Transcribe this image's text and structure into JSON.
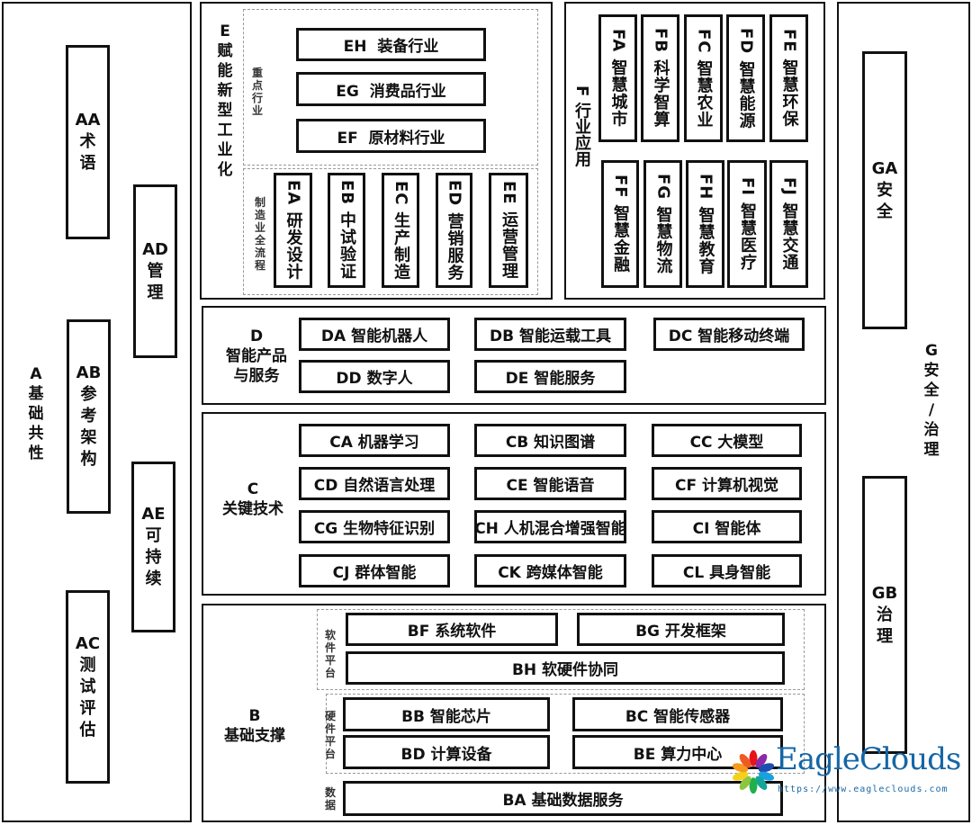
{
  "A": {
    "label": "A\n基\n础\n共\n性",
    "AA": "AA\n术\n语",
    "AB": "AB\n参\n考\n架\n构",
    "AC": "AC\n测\n试\n评\n估",
    "AD": "AD\n管\n理",
    "AE": "AE\n可\n持\n续"
  },
  "E": {
    "label": "E\n赋\n能\n新\n型\n工\n业\n化",
    "group_key": "重\n点\n行\n业",
    "group_flow": "制\n造\n业\n全\n流\n程",
    "EH": "EH  装备行业",
    "EG": "EG  消费品行业",
    "EF": "EF  原材料行业",
    "EA": "EA 研发设计",
    "EB": "EB 中试验证",
    "EC": "EC 生产制造",
    "ED": "ED 营销服务",
    "EE": "EE 运营管理"
  },
  "F": {
    "label": "F 行业应用",
    "FA": "FA 智慧城市",
    "FB": "FB 科学智算",
    "FC": "FC 智慧农业",
    "FD": "FD 智慧能源",
    "FE": "FE 智慧环保",
    "FF": "FF 智慧金融",
    "FG": "FG 智慧物流",
    "FH": "FH 智慧教育",
    "FI": "FI 智慧医疗",
    "FJ": "FJ 智慧交通"
  },
  "G": {
    "label": "G\n安\n全\n/\n治\n理",
    "GA": "GA\n安\n全",
    "GB": "GB\n治\n理"
  },
  "D": {
    "label": "D\n智能产品\n与服务",
    "DA": "DA 智能机器人",
    "DB": "DB 智能运载工具",
    "DC": "DC 智能移动终端",
    "DD": "DD 数字人",
    "DE": "DE 智能服务"
  },
  "C": {
    "label": "C\n关键技术",
    "CA": "CA 机器学习",
    "CB": "CB 知识图谱",
    "CC": "CC 大模型",
    "CD": "CD 自然语言处理",
    "CE": "CE 智能语音",
    "CF": "CF 计算机视觉",
    "CG": "CG 生物特征识别",
    "CH": "CH 人机混合增强智能",
    "CI": "CI 智能体",
    "CJ": "CJ 群体智能",
    "CK": "CK 跨媒体智能",
    "CL": "CL 具身智能"
  },
  "B": {
    "label": "B\n基础支撑",
    "group_soft": "软\n件\n平\n台",
    "group_hard": "硬\n件\n平\n台",
    "group_data": "数\n据",
    "BF": "BF 系统软件",
    "BG": "BG 开发框架",
    "BH": "BH 软硬件协同",
    "BB": "BB 智能芯片",
    "BC": "BC 智能传感器",
    "BD": "BD 计算设备",
    "BE": "BE 算力中心",
    "BA": "BA 基础数据服务"
  },
  "watermark": {
    "brand": "EagleClouds",
    "url": "https://www.eagleclouds.com"
  }
}
